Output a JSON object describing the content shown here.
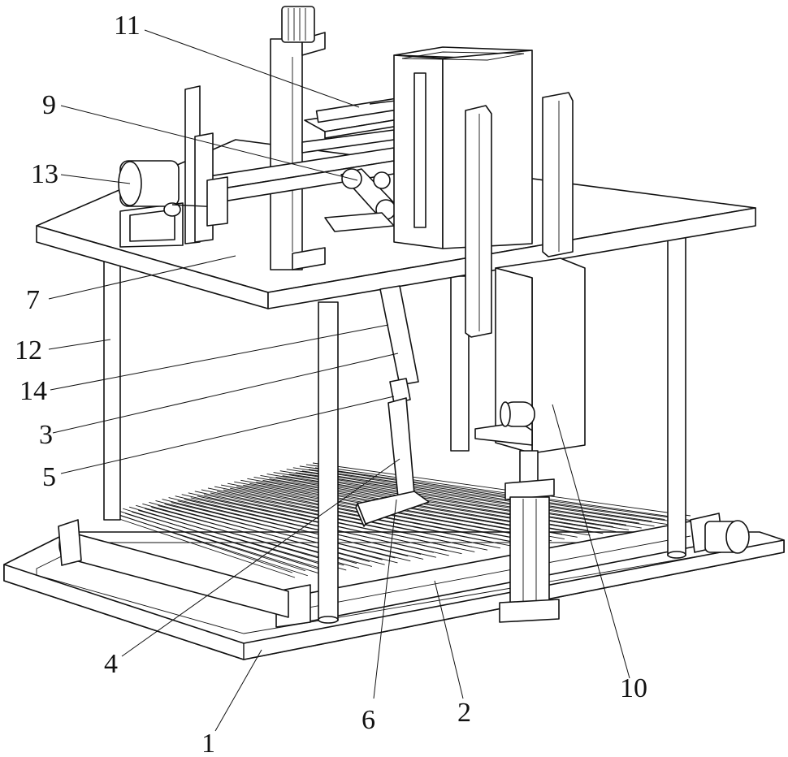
{
  "figure": {
    "labels": [
      {
        "id": "label-11",
        "text": "11"
      },
      {
        "id": "label-9",
        "text": "9"
      },
      {
        "id": "label-13",
        "text": "13"
      },
      {
        "id": "label-7",
        "text": "7"
      },
      {
        "id": "label-12",
        "text": "12"
      },
      {
        "id": "label-14",
        "text": "14"
      },
      {
        "id": "label-3",
        "text": "3"
      },
      {
        "id": "label-5",
        "text": "5"
      },
      {
        "id": "label-4",
        "text": "4"
      },
      {
        "id": "label-6",
        "text": "6"
      },
      {
        "id": "label-2",
        "text": "2"
      },
      {
        "id": "label-1",
        "text": "1"
      },
      {
        "id": "label-10",
        "text": "10"
      }
    ]
  },
  "colors": {
    "stroke": "#111111",
    "background": "#ffffff"
  }
}
